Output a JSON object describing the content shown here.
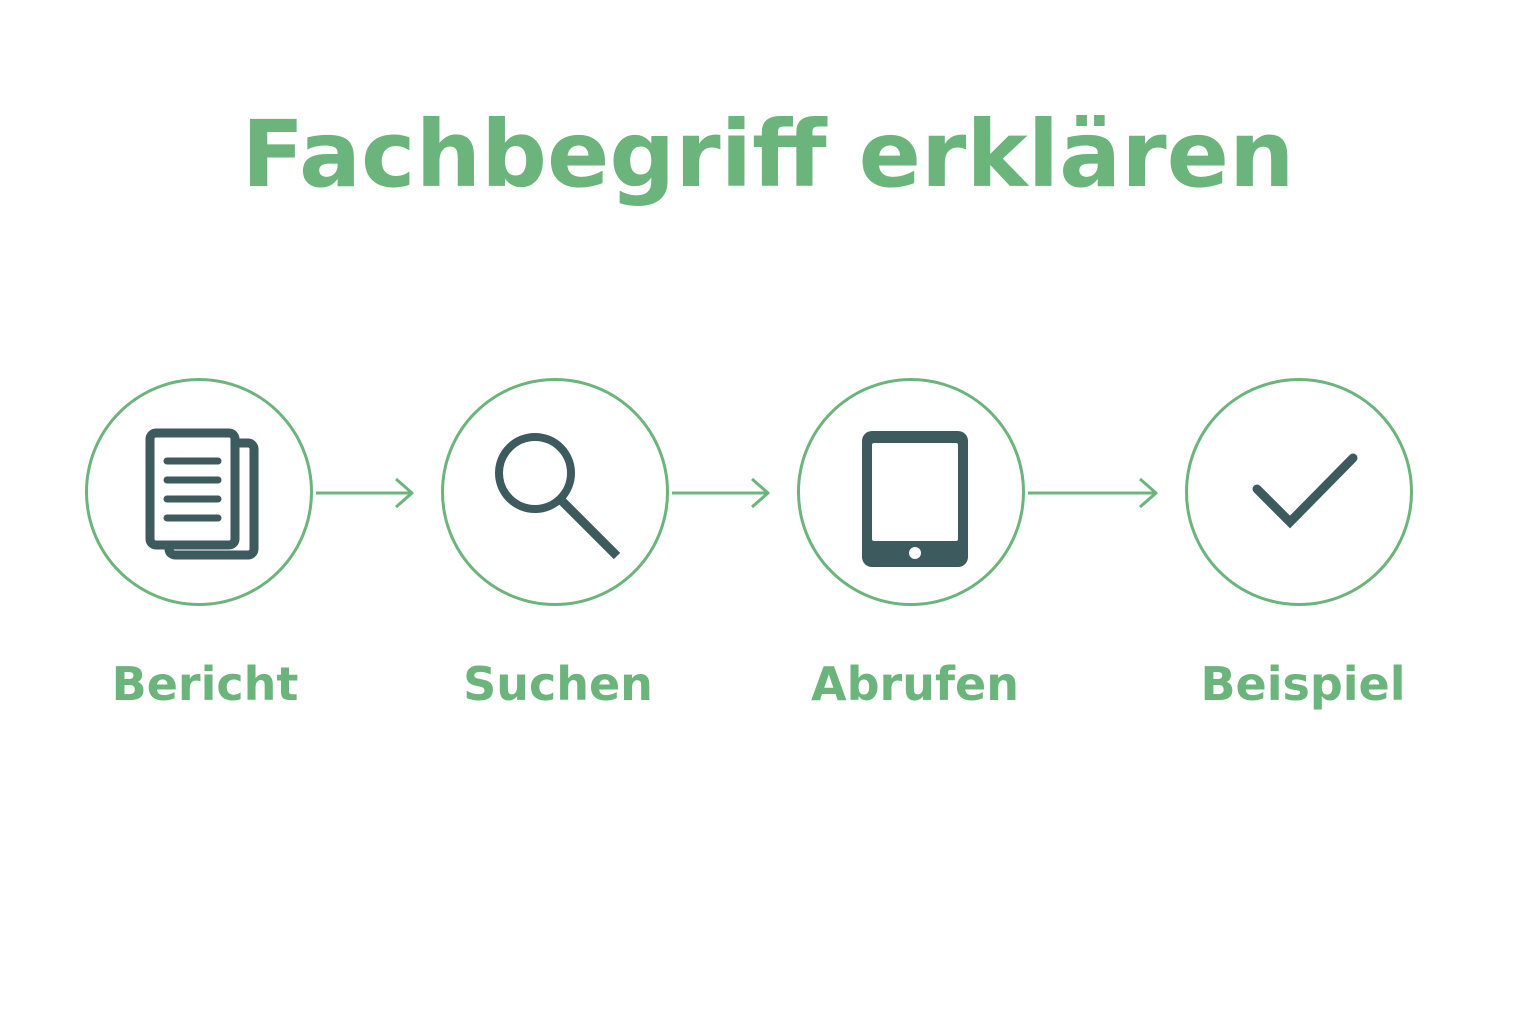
{
  "title": "Fachbegriff erklären",
  "colors": {
    "accent": "#6bb47b",
    "icon": "#3d5a5f",
    "background": "#ffffff"
  },
  "steps": [
    {
      "label": "Bericht",
      "icon": "document-icon"
    },
    {
      "label": "Suchen",
      "icon": "search-icon"
    },
    {
      "label": "Abrufen",
      "icon": "tablet-icon"
    },
    {
      "label": "Beispiel",
      "icon": "checkmark-icon"
    }
  ]
}
